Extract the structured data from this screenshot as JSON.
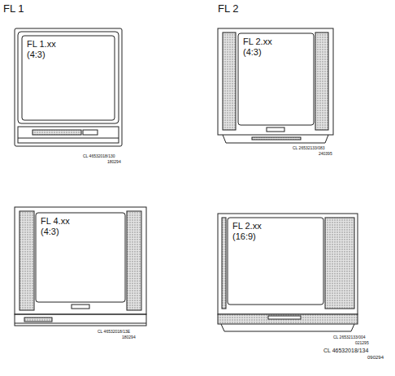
{
  "diagram": {
    "nodes": [
      {
        "text": [
          "FL 1.xx",
          "(4:3)"
        ]
      },
      {
        "text": [
          "FL 2.xx",
          "(4:3)"
        ]
      },
      {
        "text": [
          "FL 4.xx",
          "(4:3)"
        ]
      },
      {
        "text": [
          "FL 2.xx",
          "(16:9)"
        ]
      }
    ],
    "labels": [
      "FL 1",
      "FL 2",
      "CL 46532018/130",
      "180294",
      "CL 26532133/083",
      "240395",
      "CL 46532018/13E",
      "180294",
      "CL 26532133/004",
      "021295",
      "CL 46532018/134",
      "090294"
    ]
  }
}
